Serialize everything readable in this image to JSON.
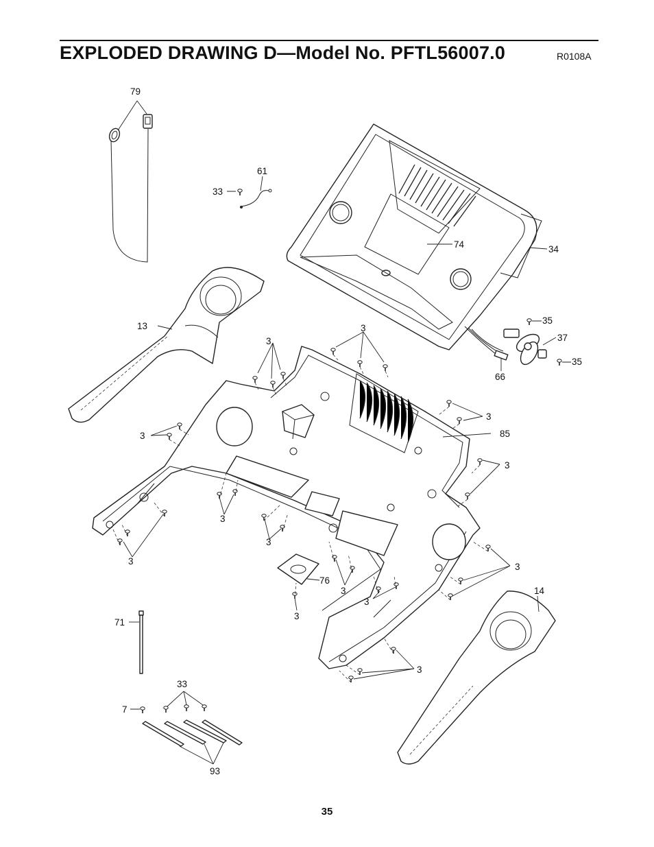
{
  "header": {
    "title": "EXPLODED DRAWING D—Model No. PFTL56007.0",
    "drawing_code": "R0108A"
  },
  "footer": {
    "page_number": "35"
  },
  "callouts": {
    "p79": "79",
    "p61": "61",
    "p33a": "33",
    "p74": "74",
    "p34": "34",
    "p13": "13",
    "p3a": "3",
    "p3b": "3",
    "p35a": "35",
    "p37": "37",
    "p35b": "35",
    "p66": "66",
    "p3c": "3",
    "p85": "85",
    "p3d": "3",
    "p3e": "3",
    "p3f": "3",
    "p3g": "3",
    "p3h": "3",
    "p3i": "3",
    "p76": "76",
    "p3j": "3",
    "p3k": "3",
    "p3l": "3",
    "p14": "14",
    "p71": "71",
    "p3m": "3",
    "p33b": "33",
    "p7": "7",
    "p93": "93"
  }
}
